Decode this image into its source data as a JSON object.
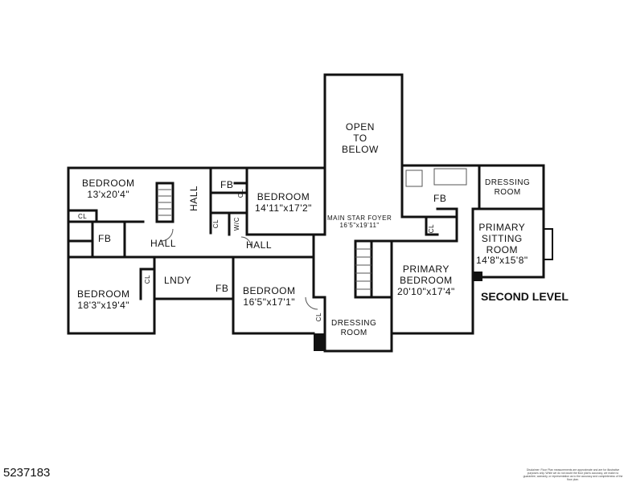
{
  "plan": {
    "level_title": "SECOND LEVEL",
    "listing_number": "5237183",
    "disclaimer": "Disclaimer: Floor Plan measurements are approximate and are for illustrative purposes only. While we do not doubt the floor plan's accuracy, we make no guarantee, warranty, or representation as to the accuracy and completeness of the floor plan.",
    "rooms": {
      "bedroom1": {
        "name": "BEDROOM",
        "dims": "13'x20'4\""
      },
      "bedroom2": {
        "name": "BEDROOM",
        "dims": "14'11\"x17'2\""
      },
      "bedroom3": {
        "name": "BEDROOM",
        "dims": "18'3\"x19'4\""
      },
      "bedroom4": {
        "name": "BEDROOM",
        "dims": "16'5\"x17'1\""
      },
      "open_line1": "OPEN",
      "open_line2": "TO",
      "open_line3": "BELOW",
      "foyer": {
        "name": "MAIN STAR FOYER",
        "dims": "16'5\"x19'11\""
      },
      "primary_bedroom": {
        "line1": "PRIMARY",
        "line2": "BEDROOM",
        "dims": "20'10\"x17'4\""
      },
      "primary_sitting": {
        "line1": "PRIMARY",
        "line2": "SITTING",
        "line3": "ROOM",
        "dims": "14'8\"x15'8\""
      },
      "dressing_room_top": {
        "line1": "DRESSING",
        "line2": "ROOM"
      },
      "dressing_room_bottom": {
        "line1": "DRESSING",
        "line2": "ROOM"
      },
      "fb_primary": "FB",
      "fb_left": "FB",
      "fb_top": "FB",
      "fb_lndy": "FB",
      "hall_vertical": "HALL",
      "hall_left": "HALL",
      "hall_center": "HALL",
      "lndy": "LNDY",
      "cl_a": "CL",
      "cl_b": "CL",
      "cl_c": "CL",
      "cl_d": "CL",
      "cl_e": "CL",
      "cl_f": "CL",
      "wic": "W/C"
    }
  }
}
